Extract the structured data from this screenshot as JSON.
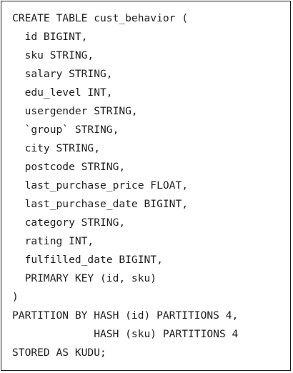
{
  "code": {
    "lines": [
      "CREATE TABLE cust_behavior (",
      "  id BIGINT,",
      "  sku STRING,",
      "  salary STRING,",
      "  edu_level INT,",
      "  usergender STRING,",
      "  `group` STRING,",
      "  city STRING,",
      "  postcode STRING,",
      "  last_purchase_price FLOAT,",
      "  last_purchase_date BIGINT,",
      "  category STRING,",
      "  rating INT,",
      "  fulfilled_date BIGINT,",
      "  PRIMARY KEY (id, sku)",
      ")",
      "PARTITION BY HASH (id) PARTITIONS 4,",
      "             HASH (sku) PARTITIONS 4",
      "STORED AS KUDU;"
    ]
  }
}
